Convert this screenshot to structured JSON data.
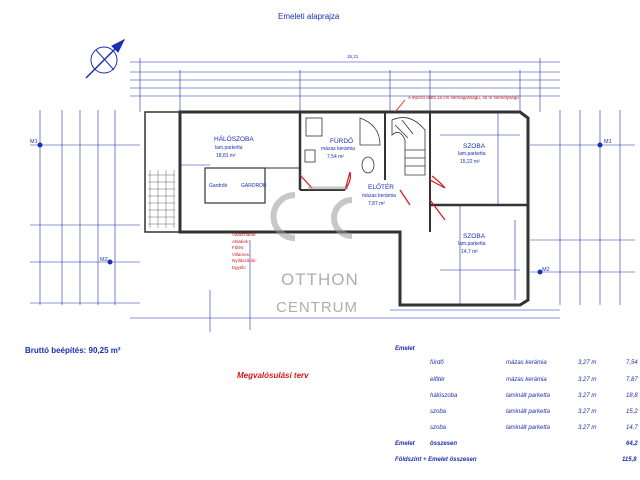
{
  "header": {
    "title": "Emeleti alaprajza",
    "overall_dim": "15,21"
  },
  "rooms": [
    {
      "name": "HÁLÓSZOBA",
      "floor": "lam.parketta",
      "area": "18,81 m²"
    },
    {
      "name": "FÜRDŐ",
      "floor": "mázas kerámia",
      "area": "7,54 m²"
    },
    {
      "name": "ELŐTÉR",
      "floor": "mázas kerámia",
      "area": "7,87 m²"
    },
    {
      "name": "SZOBA",
      "floor": "lam.parketta",
      "area": "15,22 m²"
    },
    {
      "name": "SZOBA",
      "floor": "lam.parketta",
      "area": "14,7 m²"
    }
  ],
  "wardrobe_labels": [
    "Gardrób",
    "GARDRÓB"
  ],
  "section_marks": [
    "M1",
    "M1",
    "M2",
    "M2"
  ],
  "stair_note": "A lépcső alatti 18 cm fokmagasságú, 30 m fokmélységű",
  "red_notes": [
    "Válaszfalak:",
    "Ablakok:",
    "Fűtés:",
    "Villamos:",
    "Nyílászárók:",
    "Egyéb:"
  ],
  "watermark": {
    "logo": "OC",
    "line1": "OTTHON",
    "line2": "CENTRUM"
  },
  "gross_area": "Bruttó beépítés: 90,25 m²",
  "plan_title": "Megvalósulási terv",
  "table": {
    "heading": "Emelet",
    "rows": [
      {
        "room": "fürdő",
        "floor": "mázas kerámia",
        "height": "3,27 m",
        "area": "7,54"
      },
      {
        "room": "előtér",
        "floor": "mázas kerámia",
        "height": "3,27 m",
        "area": "7,87"
      },
      {
        "room": "hálószoba",
        "floor": "laminált parketta",
        "height": "3,27 m",
        "area": "18,8"
      },
      {
        "room": "szoba",
        "floor": "laminált parketta",
        "height": "3,27 m",
        "area": "15,2"
      },
      {
        "room": "szoba",
        "floor": "laminált parketta",
        "height": "3,27 m",
        "area": "14,7"
      }
    ],
    "total_label_a": "Emelet",
    "total_label_b": "összesen",
    "total_value": "64,2",
    "grand_label": "Földszint + Emelet összesen",
    "grand_value": "115,8"
  },
  "colors": {
    "line": "#1b2fb0",
    "red": "#d21818",
    "wall": "#333333",
    "watermark": "#9a9a9a"
  }
}
